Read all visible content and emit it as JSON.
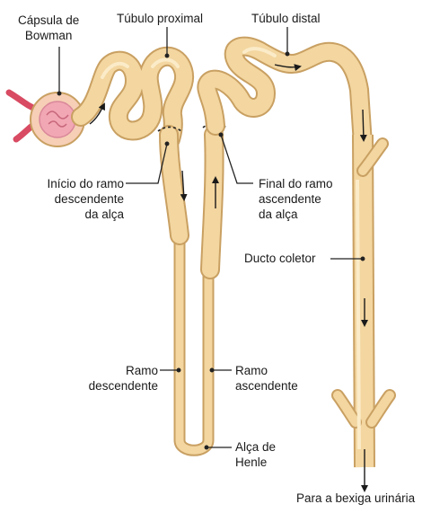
{
  "diagram": {
    "labels": {
      "capsula_bowman": [
        "Cápsula de",
        "Bowman"
      ],
      "tubulo_proximal": "Túbulo proximal",
      "tubulo_distal": "Túbulo distal",
      "inicio_ramo": [
        "Início do ramo",
        "descendente",
        "da alça"
      ],
      "final_ramo": [
        "Final do ramo",
        "ascendente",
        "da alça"
      ],
      "ducto_coletor": "Ducto coletor",
      "ramo_descendente": [
        "Ramo",
        "descendente"
      ],
      "ramo_ascendente": [
        "Ramo",
        "ascendente"
      ],
      "alca_henle": [
        "Alça de",
        "Henle"
      ],
      "bexiga": "Para a bexiga urinária"
    },
    "colors": {
      "tubule_fill": "#f3d6a0",
      "tubule_edge": "#c9a062",
      "tubule_highlight": "#fbebc8",
      "vessel": "#e05a6e",
      "glomerulus": "#f2a7b4",
      "capsule": "#f7c9b0",
      "leader": "#222222"
    }
  }
}
